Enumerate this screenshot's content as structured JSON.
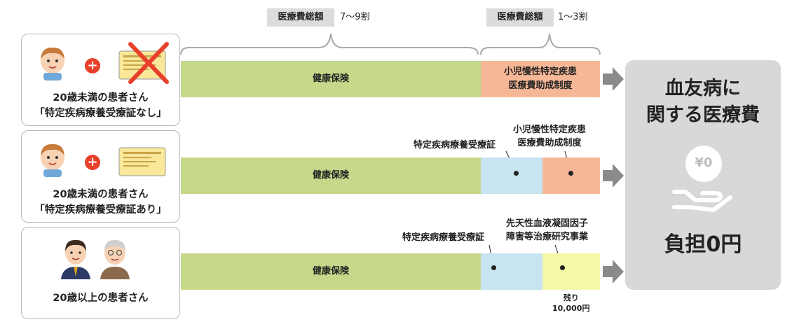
{
  "header": {
    "left_label": "医療費総額",
    "left_ratio": "7〜9割",
    "right_label": "医療費総額",
    "right_ratio": "1〜3割"
  },
  "rows": [
    {
      "patient_line1": "20歳未満の患者さん",
      "patient_line2": "「特定疾病療養受療証なし」",
      "bar_insurance": "健康保険",
      "bar_support_line1": "小児慢性特定疾患",
      "bar_support_line2": "医療費助成制度"
    },
    {
      "patient_line1": "20歳未満の患者さん",
      "patient_line2": "「特定疾病療養受療証あり」",
      "bar_insurance": "健康保険",
      "annot_a": "特定疾病療養受療証",
      "annot_b_line1": "小児慢性特定疾患",
      "annot_b_line2": "医療費助成制度"
    },
    {
      "patient_line1": "20歳以上の患者さん",
      "bar_insurance": "健康保険",
      "annot_a": "特定疾病療養受療証",
      "annot_b_line1": "先天性血液凝固因子",
      "annot_b_line2": "障害等治療研究事業",
      "remaining_line1": "残り",
      "remaining_line2": "10,000円"
    }
  ],
  "result": {
    "title_line1": "血友病に",
    "title_line2": "関する医療費",
    "coin_label": "¥0",
    "amount": "負担0円"
  },
  "colors": {
    "insurance": "#c6d98a",
    "pediatric_support": "#f6b796",
    "certificate": "#c7e5f0",
    "research_program": "#f4f9a8",
    "plus": "#e8402a",
    "cross": "#e8402a",
    "arrow": "#8a8a8a"
  }
}
